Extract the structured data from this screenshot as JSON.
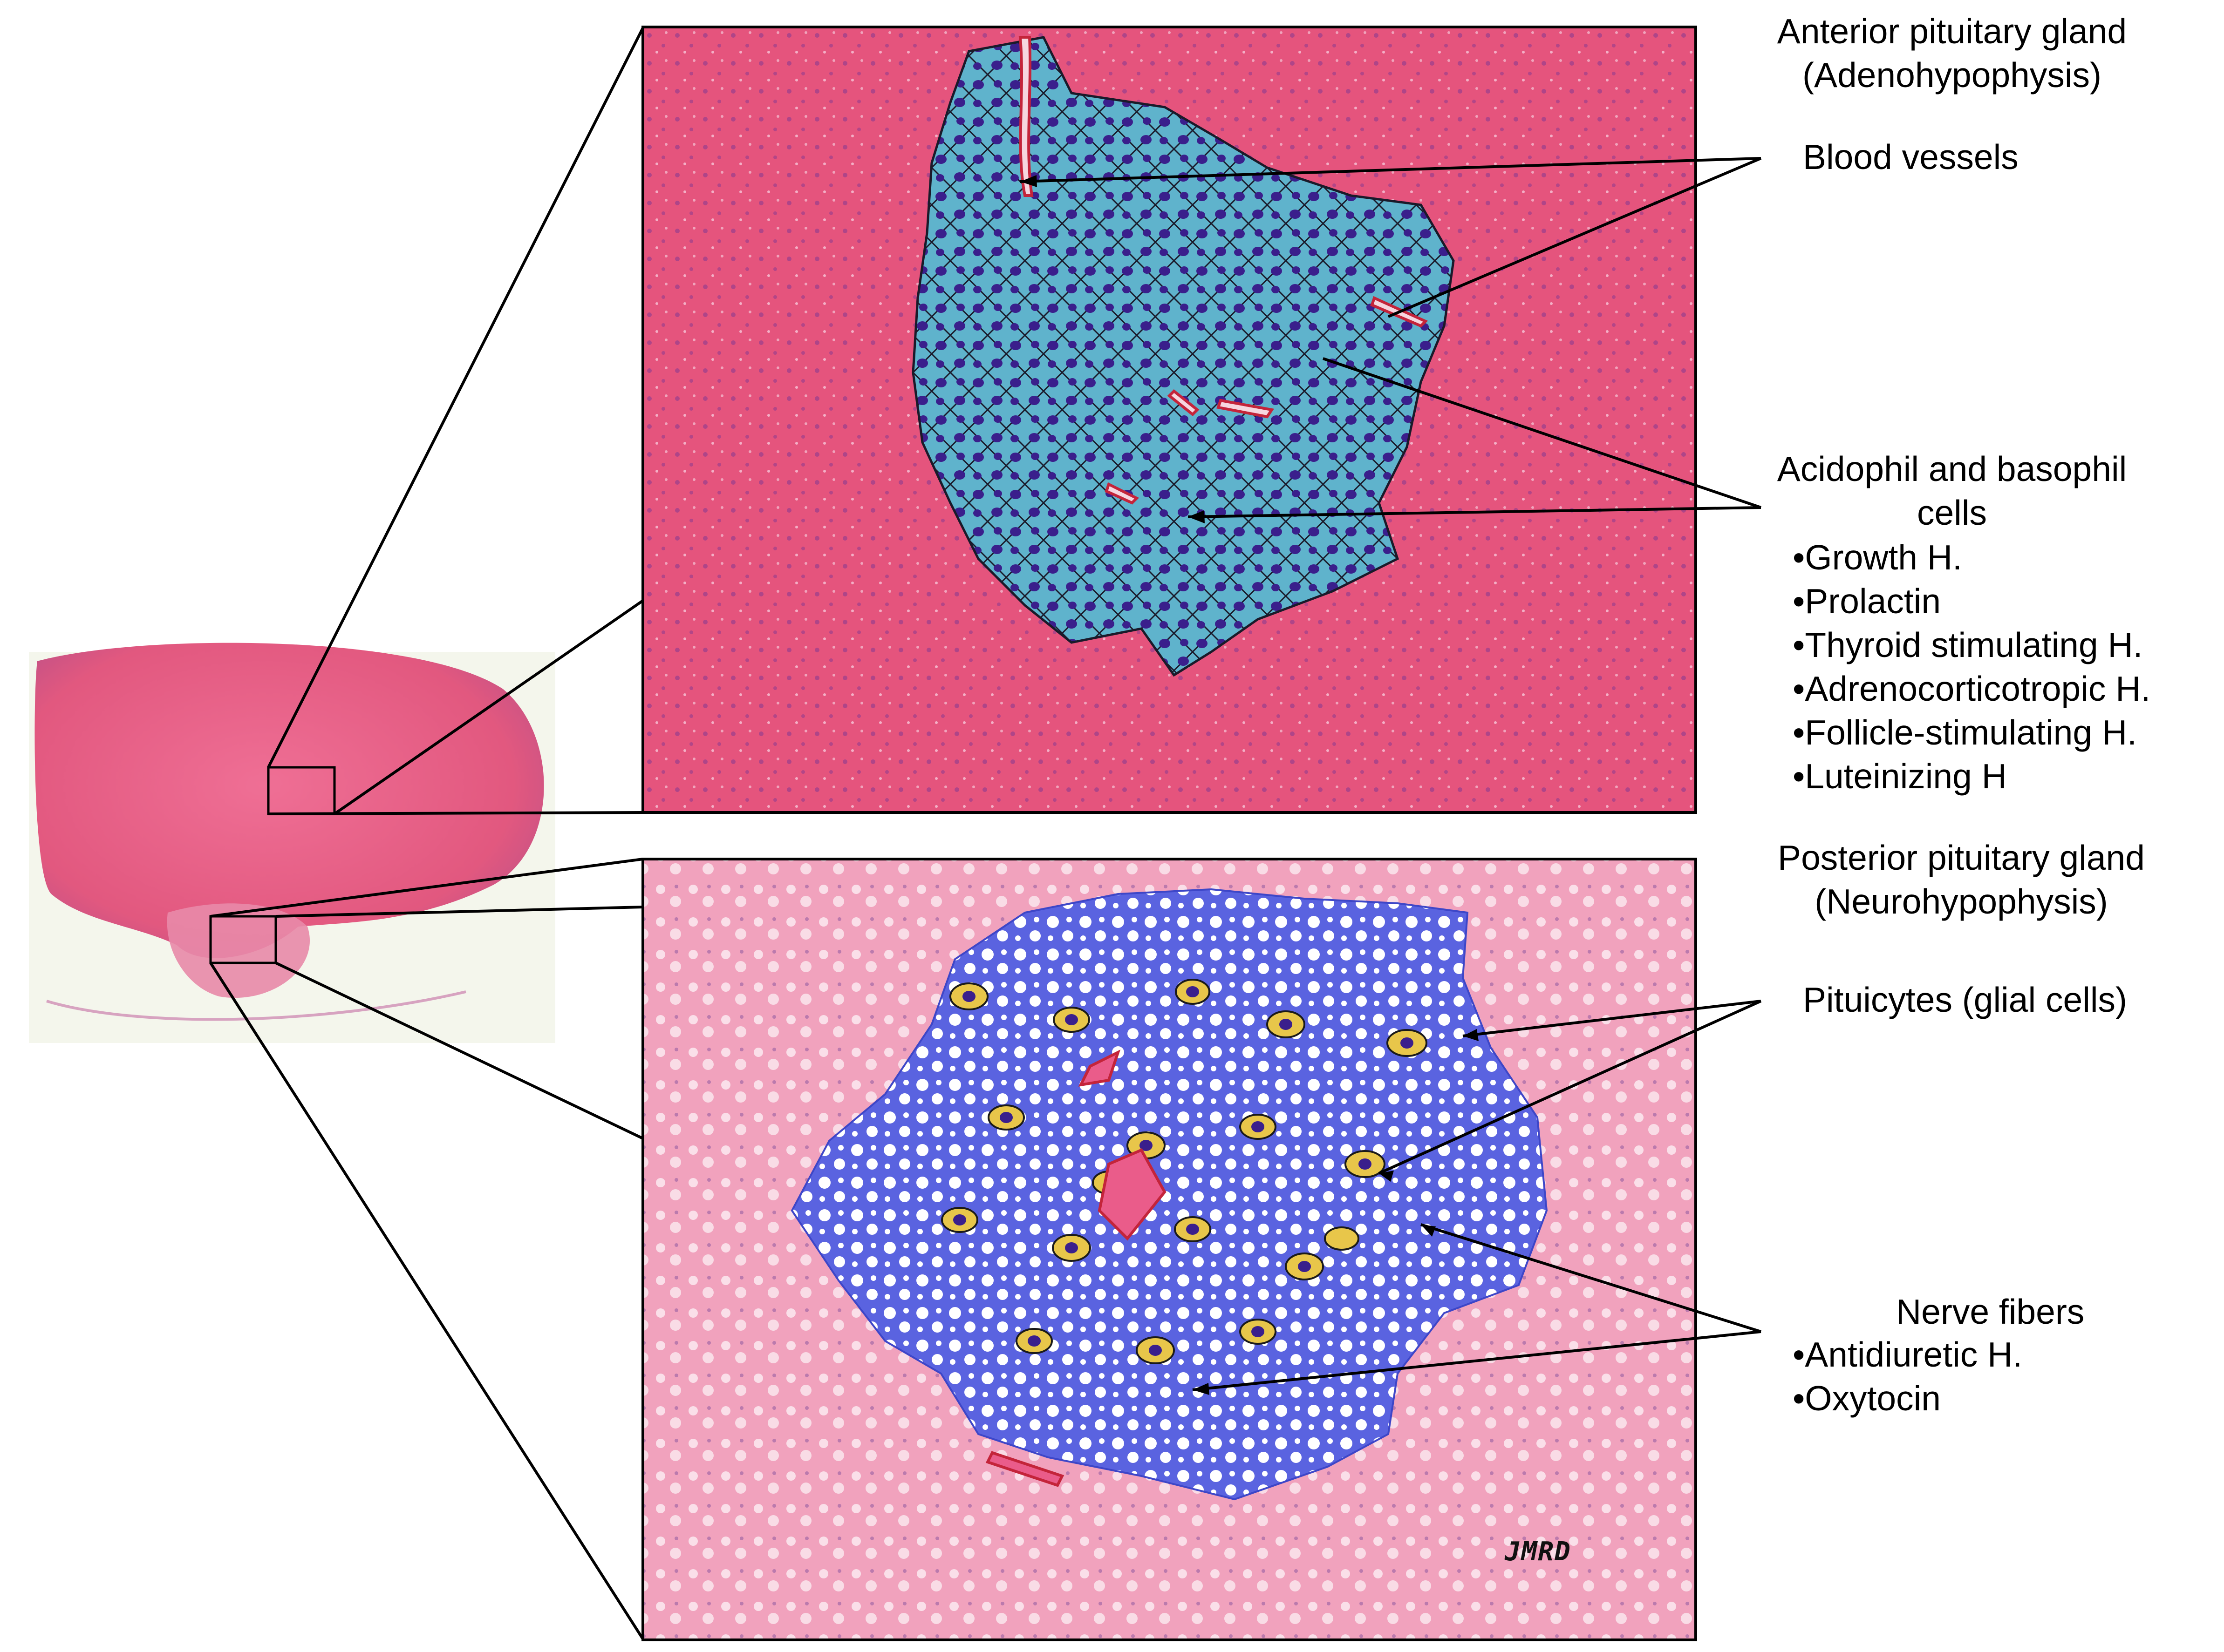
{
  "diagram": {
    "anterior": {
      "heading_line1": "Anterior pituitary gland",
      "heading_line2": "(Adenohypophysis)",
      "blood_vessels_label": "Blood vessels",
      "cells_label_line1": "Acidophil and basophil",
      "cells_label_line2": "cells",
      "hormones": [
        "•Growth H.",
        "•Prolactin",
        "•Thyroid stimulating H.",
        "•Adrenocorticotropic H.",
        "•Follicle-stimulating H.",
        "•Luteinizing H"
      ]
    },
    "posterior": {
      "heading_line1": "Posterior pituitary gland",
      "heading_line2": "(Neurohypophysis)",
      "pituicytes_label": "Pituicytes (glial cells)",
      "nerve_label": "Nerve fibers",
      "hormones": [
        "•Antidiuretic H.",
        "•Oxytocin"
      ]
    },
    "signature": "JMRD",
    "colors": {
      "tissue_pink": "#e8527a",
      "tissue_light_pink": "#f2a3c0",
      "acidophil_fill": "#5fb3cc",
      "nucleus": "#3a1f8c",
      "nerve_fiber_blue": "#5a63e0",
      "pituicyte_yellow": "#e8c64a",
      "vessel_red": "#c4243a"
    }
  }
}
